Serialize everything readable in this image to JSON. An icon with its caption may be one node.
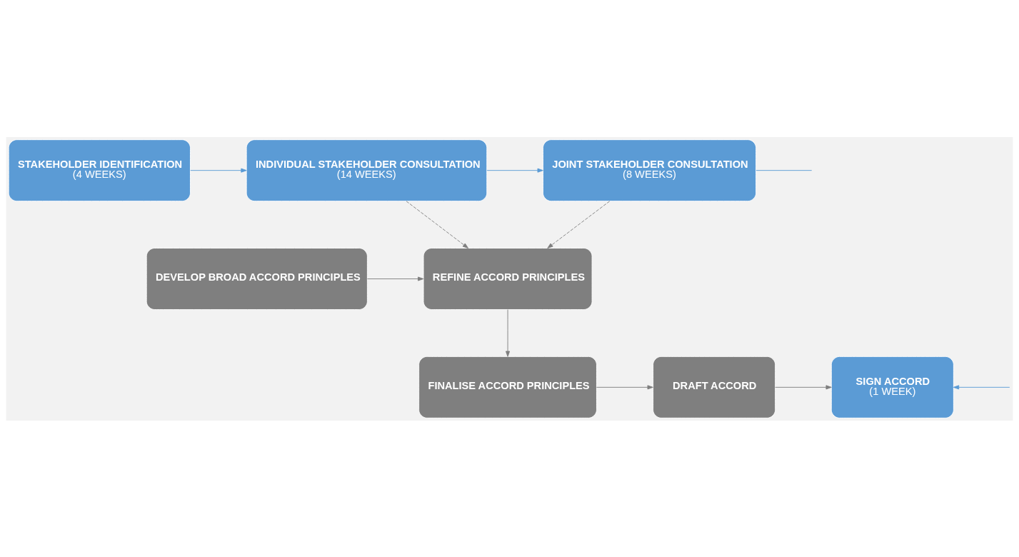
{
  "diagram": {
    "nodes": [
      {
        "text": [
          "STAKEHOLDER IDENTIFICATION",
          "(4 WEEKS)"
        ]
      },
      {
        "text": [
          "INDIVIDUAL STAKEHOLDER CONSULTATION",
          "(14 WEEKS)"
        ]
      },
      {
        "text": [
          "JOINT STAKEHOLDER CONSULTATION",
          "(8 WEEKS)"
        ]
      },
      {
        "text": [
          "DEVELOP BROAD ACCORD PRINCIPLES"
        ]
      },
      {
        "text": [
          "REFINE ACCORD PRINCIPLES"
        ]
      },
      {
        "text": [
          "FINALISE ACCORD PRINCIPLES"
        ]
      },
      {
        "text": [
          "DRAFT ACCORD"
        ]
      },
      {
        "text": [
          "SIGN ACCORD",
          "(1 WEEK)"
        ]
      }
    ],
    "edges": [
      {
        "from": 0,
        "to": 1,
        "arrow": "to",
        "color": "#5b9bd5"
      },
      {
        "from": 1,
        "to": 2,
        "arrow": "to",
        "color": "#5b9bd5"
      },
      {
        "from": 2,
        "to": null,
        "arrow": "none",
        "color": "#5b9bd5"
      },
      {
        "from": 1,
        "to": 4,
        "arrow": "to",
        "style": "dashed"
      },
      {
        "from": 2,
        "to": 4,
        "arrow": "to",
        "style": "dashed"
      },
      {
        "from": 3,
        "to": 4,
        "arrow": "to"
      },
      {
        "from": 4,
        "to": 5,
        "arrow": "to"
      },
      {
        "from": 5,
        "to": 6,
        "arrow": "to"
      },
      {
        "from": 6,
        "to": 7,
        "arrow": "to"
      },
      {
        "from": null,
        "to": 7,
        "arrow": "to",
        "color": "#5b9bd5"
      }
    ]
  }
}
